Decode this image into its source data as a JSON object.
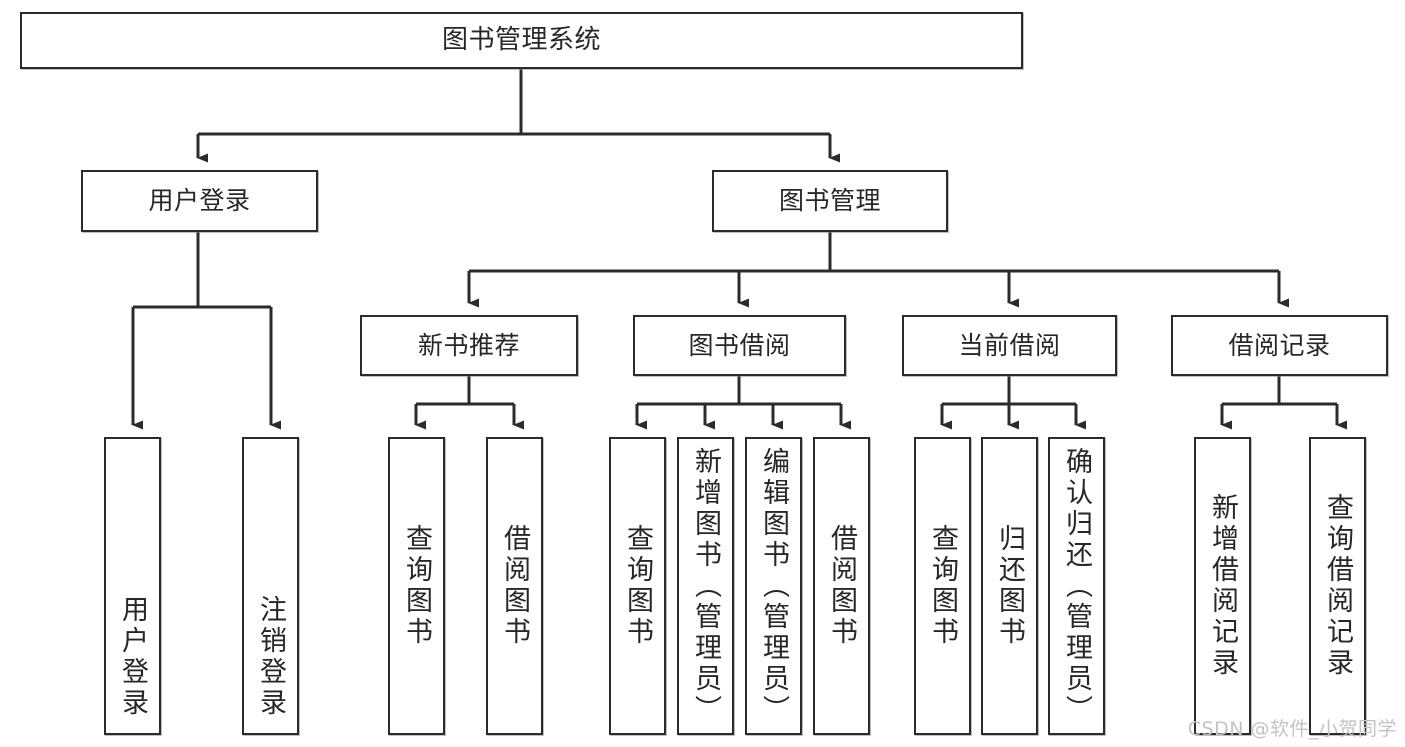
{
  "diagram": {
    "title": "图书管理系统",
    "type": "tree-hierarchy-chart",
    "stroke_color": "#2b2b2b",
    "text_color": "#27272a",
    "background_color": "#ffffff",
    "watermark": "CSDN @软件_小贺同学"
  },
  "nodes": {
    "root": {
      "label": "图书管理系统"
    },
    "level1": [
      {
        "label": "用户登录"
      },
      {
        "label": "图书管理"
      }
    ],
    "level2": [
      {
        "label": "新书推荐"
      },
      {
        "label": "图书借阅"
      },
      {
        "label": "当前借阅"
      },
      {
        "label": "借阅记录"
      }
    ],
    "leaves": {
      "user_login": [
        {
          "label": "用户登录"
        },
        {
          "label": "注销登录"
        }
      ],
      "new_book_recommend": [
        {
          "label": "查询图书"
        },
        {
          "label": "借阅图书"
        }
      ],
      "book_borrow": [
        {
          "label": "查询图书"
        },
        {
          "label": "新增图书（管理员）"
        },
        {
          "label": "编辑图书（管理员）"
        },
        {
          "label": "借阅图书"
        }
      ],
      "current_borrow": [
        {
          "label": "查询图书"
        },
        {
          "label": "归还图书"
        },
        {
          "label": "确认归还（管理员）"
        }
      ],
      "borrow_record": [
        {
          "label": "新增借阅记录"
        },
        {
          "label": "查询借阅记录"
        }
      ]
    }
  }
}
